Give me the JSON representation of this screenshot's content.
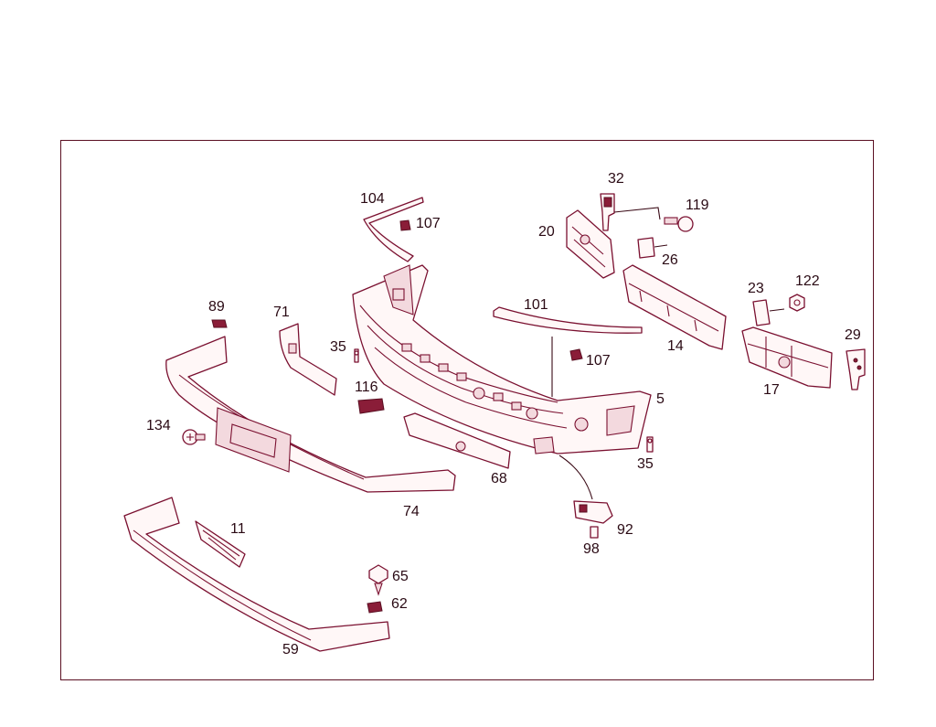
{
  "labels": {
    "p104": "104",
    "p107a": "107",
    "p32": "32",
    "p119": "119",
    "p20": "20",
    "p26": "26",
    "p23": "23",
    "p122": "122",
    "p89": "89",
    "p71": "71",
    "p101": "101",
    "p35a": "35",
    "p107b": "107",
    "p29": "29",
    "p14": "14",
    "p116": "116",
    "p17": "17",
    "p5": "5",
    "p134": "134",
    "p35b": "35",
    "p68": "68",
    "p74": "74",
    "p92": "92",
    "p11": "11",
    "p98": "98",
    "p65": "65",
    "p62": "62",
    "p59": "59"
  },
  "colors": {
    "line": "#7a1030",
    "frame": "#5a0f22",
    "text": "#2a0a14"
  }
}
